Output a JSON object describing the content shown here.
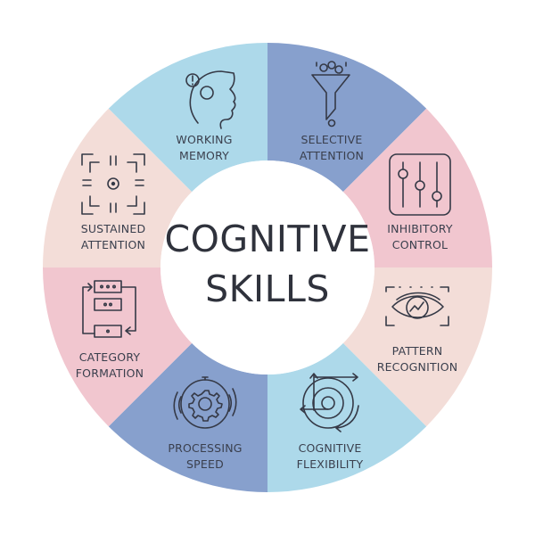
{
  "title": {
    "line1": "COGNITIVE",
    "line2": "SKILLS"
  },
  "colors": {
    "light_blue": "#add9ea",
    "blue": "#87a0cd",
    "pink": "#f1c6cf",
    "peach": "#f3ddd8",
    "center": "#ffffff",
    "text": "#3a3f4d",
    "stroke": "#353946"
  },
  "segments": [
    {
      "id": "selective-attention",
      "line1": "SELECTIVE",
      "line2": "ATTENTION",
      "color": "#87a0cd",
      "icon": "funnel-icon"
    },
    {
      "id": "inhibitory-control",
      "line1": "INHIBITORY",
      "line2": "CONTROL",
      "color": "#f1c6cf",
      "icon": "sliders-icon"
    },
    {
      "id": "pattern-recognition",
      "line1": "PATTERN",
      "line2": "RECOGNITION",
      "color": "#f3ddd8",
      "icon": "eye-chart-icon"
    },
    {
      "id": "cognitive-flexibility",
      "line1": "COGNITIVE",
      "line2": "FLEXIBILITY",
      "color": "#add9ea",
      "icon": "spiral-arrows-icon"
    },
    {
      "id": "processing-speed",
      "line1": "PROCESSING",
      "line2": "SPEED",
      "color": "#87a0cd",
      "icon": "stopwatch-gear-icon"
    },
    {
      "id": "category-formation",
      "line1": "CATEGORY",
      "line2": "FORMATION",
      "color": "#f1c6cf",
      "icon": "stacked-boxes-icon"
    },
    {
      "id": "sustained-attention",
      "line1": "SUSTAINED",
      "line2": "ATTENTION",
      "color": "#f3ddd8",
      "icon": "focus-target-icon"
    },
    {
      "id": "working-memory",
      "line1": "WORKING",
      "line2": "MEMORY",
      "color": "#add9ea",
      "icon": "head-gears-icon"
    }
  ]
}
